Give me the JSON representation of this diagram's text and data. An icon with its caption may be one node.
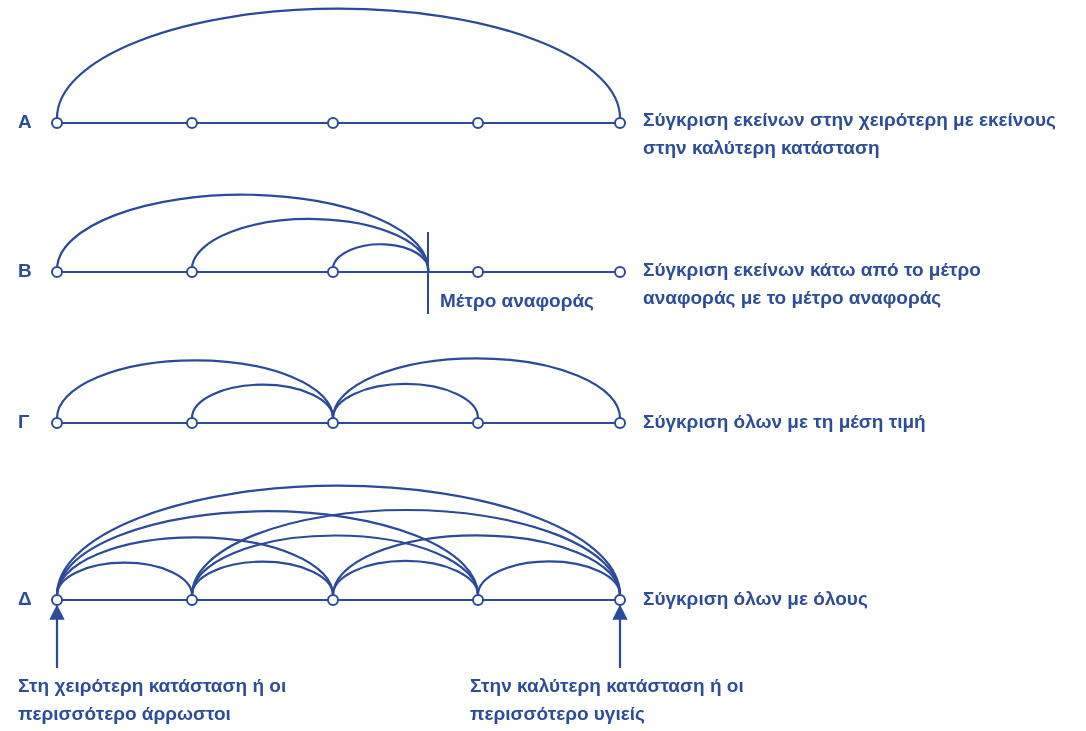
{
  "diagram": {
    "nodes": [
      {
        "text": [],
        "shape": "circle"
      },
      {
        "text": [],
        "shape": "circle"
      },
      {
        "text": [],
        "shape": "circle"
      },
      {
        "text": [],
        "shape": "circle"
      },
      {
        "text": [],
        "shape": "circle"
      },
      {
        "text": [],
        "shape": "circle"
      },
      {
        "text": [],
        "shape": "circle"
      },
      {
        "text": [],
        "shape": "circle"
      },
      {
        "text": [],
        "shape": "circle"
      },
      {
        "text": [],
        "shape": "circle"
      },
      {
        "text": [],
        "shape": "bar",
        "beside": [
          "Μέτρο αναφοράς"
        ]
      },
      {
        "text": [],
        "shape": "circle"
      },
      {
        "text": [],
        "shape": "circle"
      },
      {
        "text": [],
        "shape": "circle"
      },
      {
        "text": [],
        "shape": "circle"
      },
      {
        "text": [],
        "shape": "circle"
      },
      {
        "text": [],
        "shape": "circle"
      },
      {
        "text": [],
        "shape": "circle"
      },
      {
        "text": [],
        "shape": "circle"
      },
      {
        "text": [],
        "shape": "circle"
      },
      {
        "text": [],
        "shape": "circle"
      },
      {
        "text": [
          "Στη χειρότερη κατάσταση ή οι περισσότερο άρρωστοι"
        ]
      },
      {
        "text": [
          "Στην καλύτερη κατάσταση ή οι περισσότερο υγιείς"
        ]
      }
    ],
    "edges": [
      {
        "from": 0,
        "to": 4,
        "arrow": "none"
      },
      {
        "from": 5,
        "to": 10,
        "arrow": "none"
      },
      {
        "from": 6,
        "to": 10,
        "arrow": "none"
      },
      {
        "from": 7,
        "to": 10,
        "arrow": "none"
      },
      {
        "from": 11,
        "to": 13,
        "arrow": "none"
      },
      {
        "from": 12,
        "to": 13,
        "arrow": "none"
      },
      {
        "from": 13,
        "to": 14,
        "arrow": "none"
      },
      {
        "from": 13,
        "to": 15,
        "arrow": "none"
      },
      {
        "from": 16,
        "to": 17,
        "arrow": "none"
      },
      {
        "from": 16,
        "to": 18,
        "arrow": "none"
      },
      {
        "from": 16,
        "to": 19,
        "arrow": "none"
      },
      {
        "from": 16,
        "to": 20,
        "arrow": "none"
      },
      {
        "from": 17,
        "to": 18,
        "arrow": "none"
      },
      {
        "from": 17,
        "to": 19,
        "arrow": "none"
      },
      {
        "from": 17,
        "to": 20,
        "arrow": "none"
      },
      {
        "from": 18,
        "to": 19,
        "arrow": "none"
      },
      {
        "from": 18,
        "to": 20,
        "arrow": "none"
      },
      {
        "from": 19,
        "to": 20,
        "arrow": "none"
      },
      {
        "from": 21,
        "to": 16,
        "arrow": "to"
      },
      {
        "from": 22,
        "to": 20,
        "arrow": "to"
      }
    ],
    "labels": [
      "Α",
      "Σύγκριση εκείνων στην χειρότερη με εκείνους στην καλύτερη κατάσταση",
      "Β",
      "Σύγκριση εκείνων κάτω από το μέτρο αναφοράς με το μέτρο αναφοράς",
      "Γ",
      "Σύγκριση όλων με τη μέση τιμή",
      "Δ",
      "Σύγκριση όλων με όλους"
    ]
  }
}
